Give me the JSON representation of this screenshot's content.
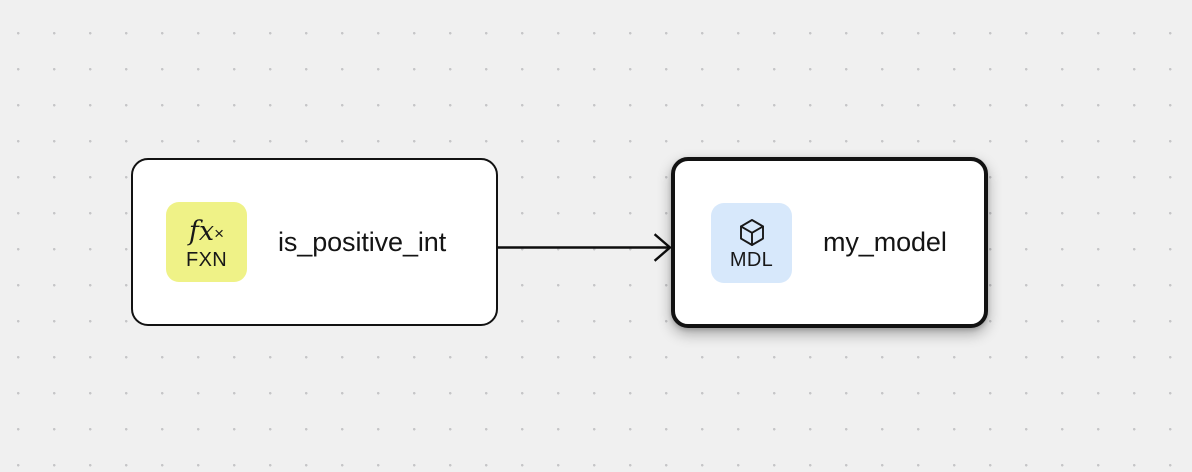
{
  "canvas": {
    "background_color": "#f0f0f0",
    "dot_color": "#c6c6c8",
    "dot_spacing": 36
  },
  "nodes": [
    {
      "id": "fxn-node",
      "title": "is_positive_int",
      "badge": {
        "code": "FXN",
        "glyph": "fx",
        "glyph_times": "×",
        "icon_name": "function-icon",
        "background_color": "#eff287"
      },
      "selected": false,
      "border_color": "#121212"
    },
    {
      "id": "mdl-node",
      "title": "my_model",
      "badge": {
        "code": "MDL",
        "icon_name": "cube-icon",
        "background_color": "#d7e8fb"
      },
      "selected": true,
      "border_color": "#121212"
    }
  ],
  "edges": [
    {
      "id": "edge-fxn-to-mdl",
      "from": "fxn-node",
      "to": "mdl-node",
      "arrowhead": "open-chevron",
      "color": "#0d0d0d"
    }
  ]
}
